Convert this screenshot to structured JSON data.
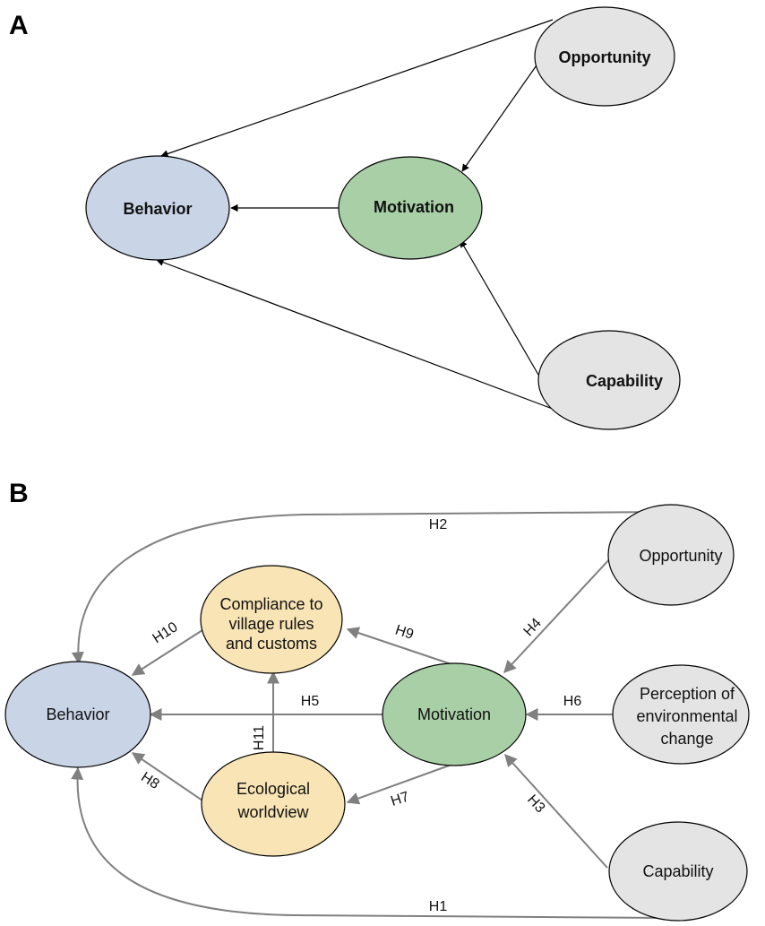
{
  "panels": {
    "a": {
      "label": "A",
      "nodes": {
        "opportunity": "Opportunity",
        "behavior": "Behavior",
        "motivation": "Motivation",
        "capability": "Capability"
      }
    },
    "b": {
      "label": "B",
      "nodes": {
        "opportunity": "Opportunity",
        "compliance": [
          "Compliance to",
          "village rules",
          "and customs"
        ],
        "behavior": "Behavior",
        "motivation": "Motivation",
        "perception": [
          "Perception of",
          "environmental",
          "change"
        ],
        "ecological": [
          "Ecological",
          "worldview"
        ],
        "capability": "Capability"
      },
      "hypotheses": {
        "h1": "H1",
        "h2": "H2",
        "h3": "H3",
        "h4": "H4",
        "h5": "H5",
        "h6": "H6",
        "h7": "H7",
        "h8": "H8",
        "h9": "H9",
        "h10": "H10",
        "h11": "H11"
      }
    }
  },
  "colors": {
    "behavior": "#c9d4e6",
    "motivation": "#a9cfa6",
    "external": "#e4e4e4",
    "mediator": "#f8e4b4",
    "arrow_a": "#000000",
    "arrow_b": "#808080"
  }
}
